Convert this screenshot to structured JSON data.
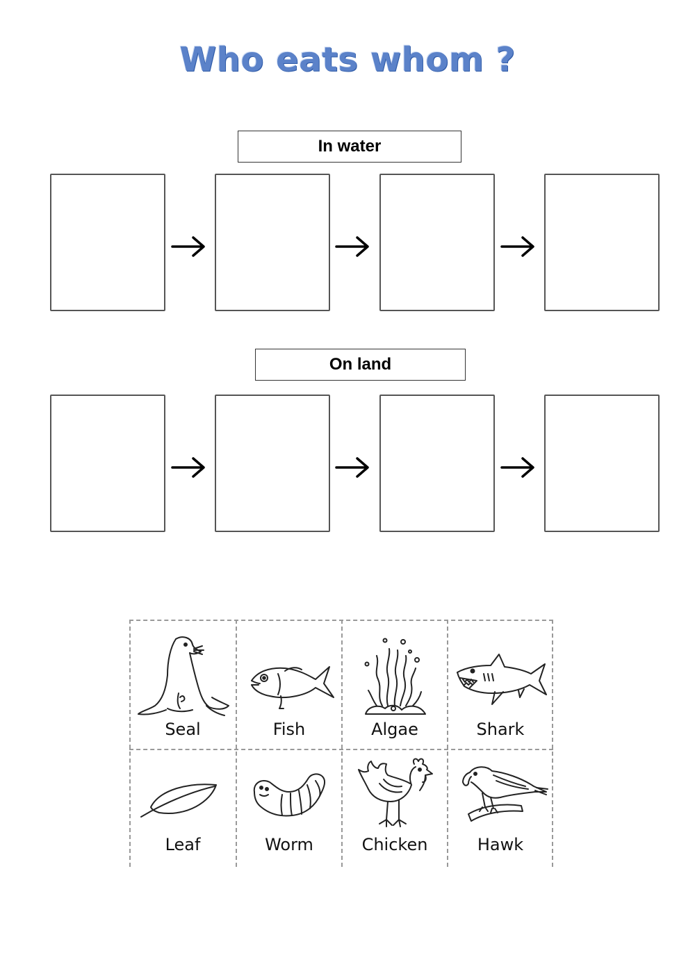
{
  "title": "Who eats whom ?",
  "sections": [
    {
      "label": "In water"
    },
    {
      "label": "On land"
    }
  ],
  "cards": [
    {
      "name": "Seal",
      "icon": "seal-icon"
    },
    {
      "name": "Fish",
      "icon": "fish-icon"
    },
    {
      "name": "Algae",
      "icon": "algae-icon"
    },
    {
      "name": "Shark",
      "icon": "shark-icon"
    },
    {
      "name": "Leaf",
      "icon": "leaf-icon"
    },
    {
      "name": "Worm",
      "icon": "worm-icon"
    },
    {
      "name": "Chicken",
      "icon": "chicken-icon"
    },
    {
      "name": "Hawk",
      "icon": "hawk-icon"
    }
  ],
  "colors": {
    "title": "#5b82c9",
    "title_outline": "#2e5aa7"
  }
}
